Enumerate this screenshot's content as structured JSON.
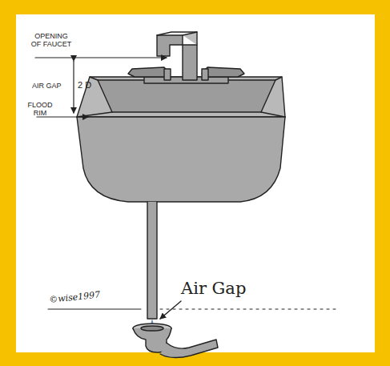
{
  "diagram": {
    "labels": [
      "OPENING OF FAUCET",
      "AIR GAP",
      "2 D",
      "FLOOD RIM",
      "Air Gap",
      "©wise1997"
    ]
  }
}
